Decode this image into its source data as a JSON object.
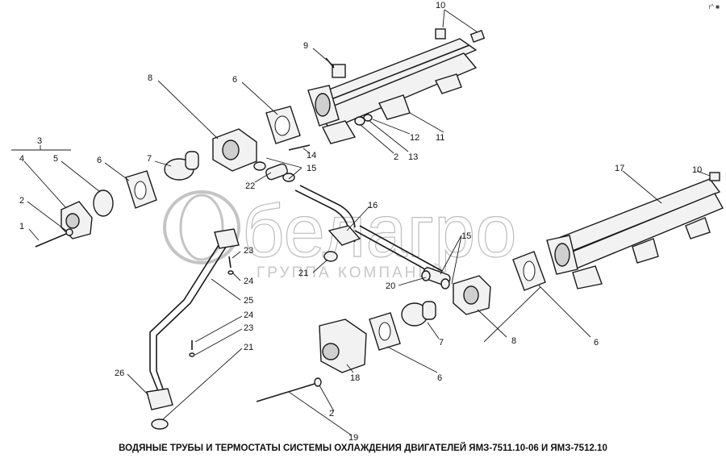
{
  "caption": "ВОДЯНЫЕ ТРУБЫ И ТЕРМОСТАТЫ СИСТЕМЫ ОХЛАЖДЕНИЯ ДВИГАТЕЛЕЙ ЯМЗ-7511.10-06 И ЯМЗ-7512.10",
  "watermark": {
    "brand": "белагро",
    "subtitle": "ГРУППА КОМПАНИЙ"
  },
  "corner_mark": "r^ ■",
  "callouts": [
    "1",
    "2",
    "3",
    "4",
    "5",
    "6",
    "7",
    "8",
    "9",
    "10",
    "11",
    "12",
    "13",
    "14",
    "15",
    "16",
    "17",
    "18",
    "19",
    "20",
    "21",
    "22",
    "23",
    "24",
    "25",
    "26"
  ]
}
